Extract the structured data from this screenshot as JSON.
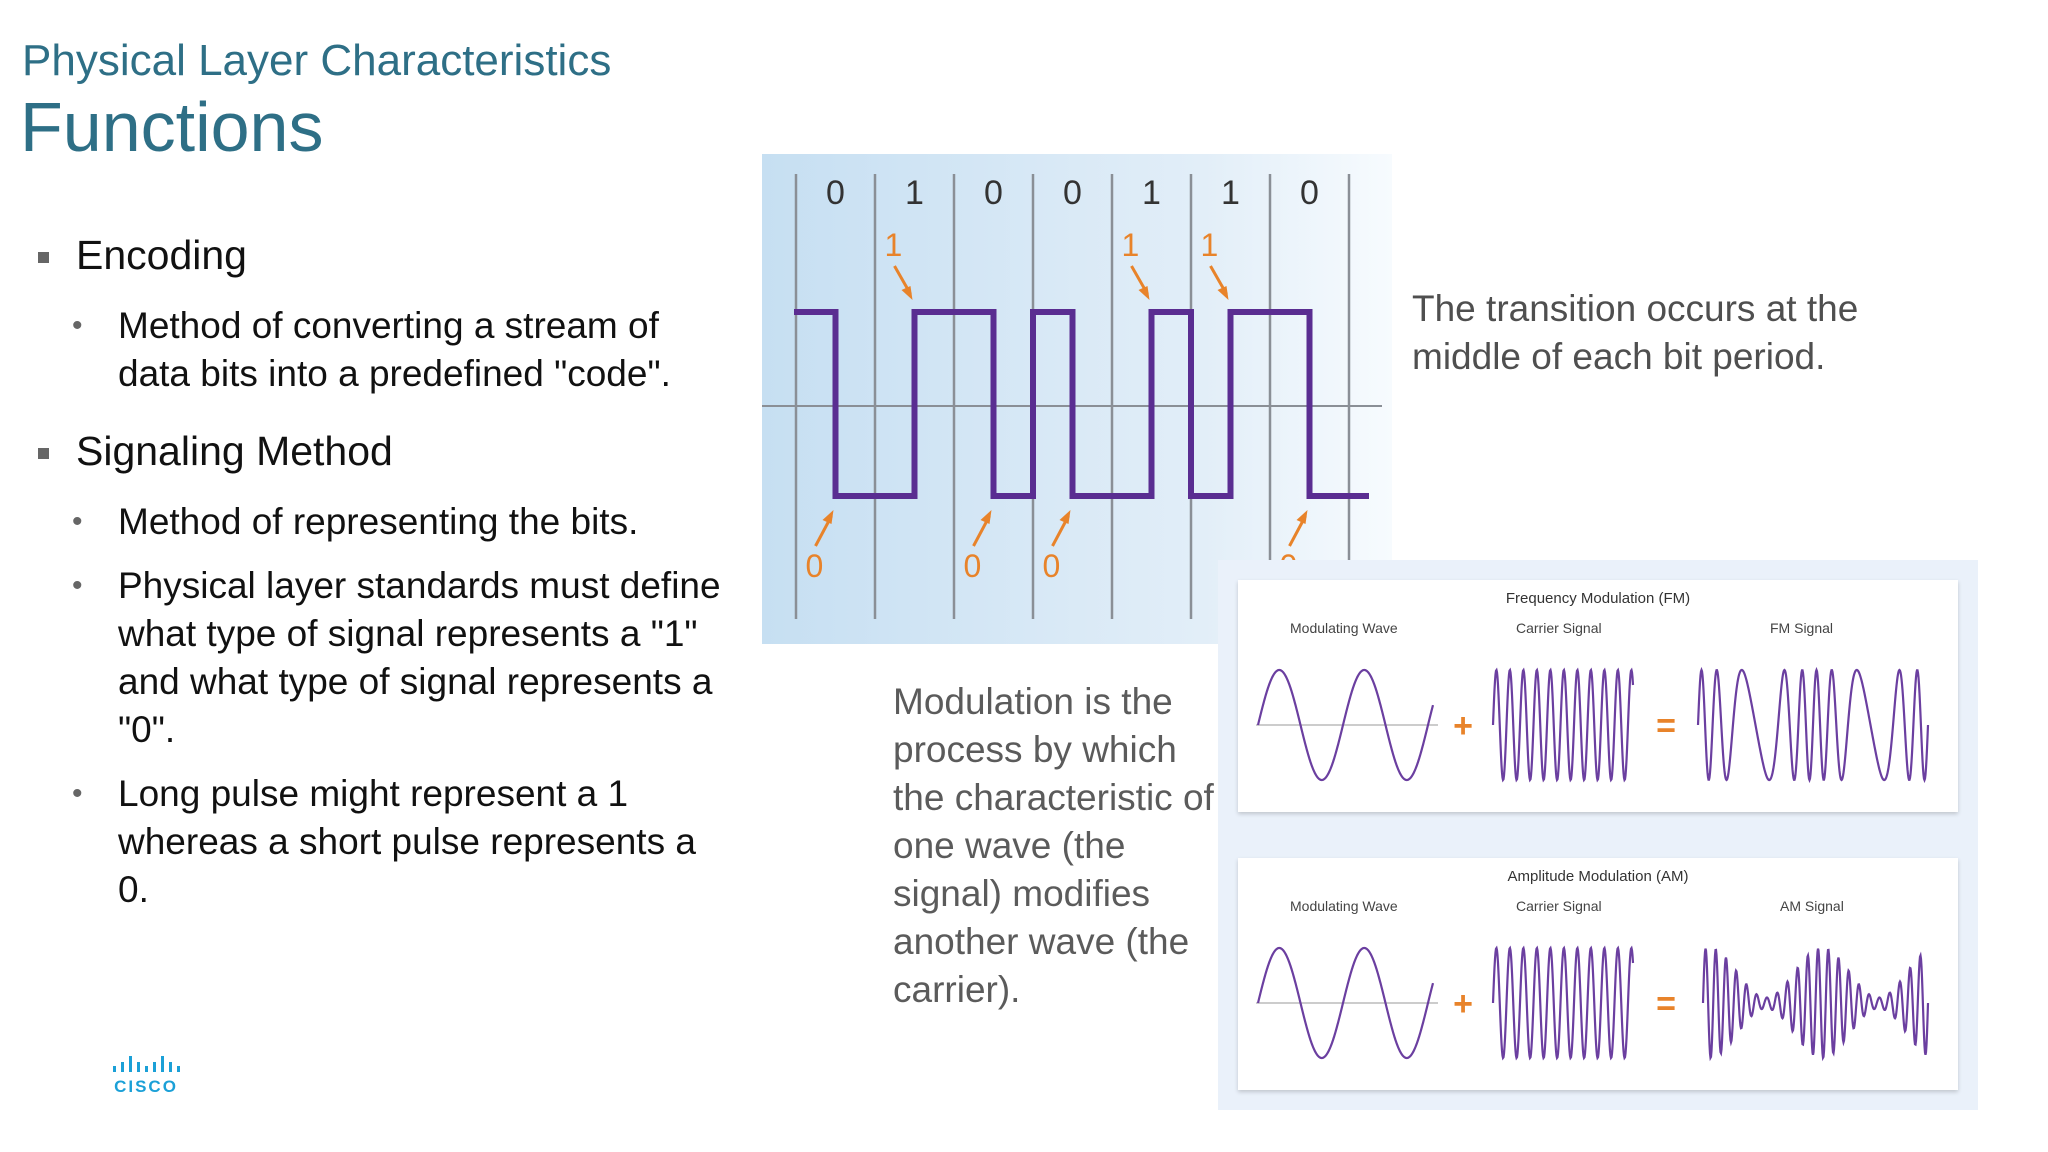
{
  "header": {
    "subtitle": "Physical Layer Characteristics",
    "title": "Functions"
  },
  "bullets": {
    "encoding": "Encoding",
    "encoding_desc": "Method of converting a stream of data bits into a predefined \"code\".",
    "signaling": "Signaling Method",
    "signaling_desc1": "Method of representing the bits.",
    "signaling_desc2": "Physical layer standards must define what type of signal represents a \"1\" and what type of signal represents a \"0\".",
    "signaling_desc3": "Long pulse might represent a 1 whereas a short pulse represents a 0."
  },
  "manchester": {
    "bits": [
      "0",
      "1",
      "0",
      "0",
      "1",
      "1",
      "0"
    ],
    "transition_one": "1",
    "transition_zero": "0",
    "colors": {
      "wave": "#5a2d91",
      "arrow": "#e8832a",
      "bg": "#c6dff2"
    }
  },
  "captions": {
    "transition": "The transition occurs at the middle of each bit period.",
    "modulation": "Modulation is the process by which the characteristic of one wave (the signal) modifies another wave (the carrier)."
  },
  "modulation": {
    "fm": {
      "title": "Frequency Modulation (FM)",
      "modulating": "Modulating Wave",
      "carrier": "Carrier Signal",
      "result": "FM Signal"
    },
    "am": {
      "title": "Amplitude Modulation (AM)",
      "modulating": "Modulating Wave",
      "carrier": "Carrier Signal",
      "result": "AM Signal"
    },
    "plus": "+",
    "equals": "=",
    "colors": {
      "wave": "#6b3fa0",
      "operator": "#e8832a"
    }
  },
  "logo": {
    "text": "CISCO",
    "color": "#1ba0d7"
  }
}
